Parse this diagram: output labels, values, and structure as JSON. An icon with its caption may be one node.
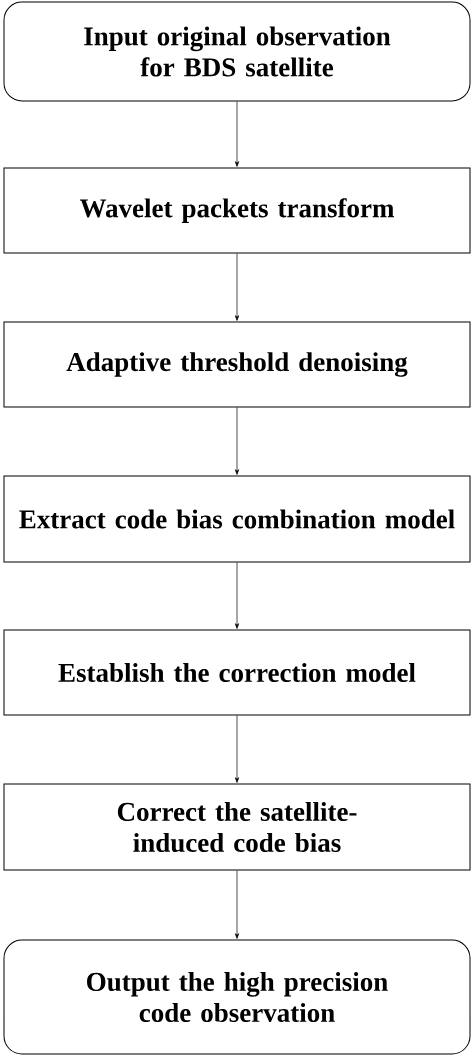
{
  "diagram": {
    "nodes": [
      {
        "text": [
          "Input original observation for BDS satellite"
        ]
      },
      {
        "text": [
          "Wavelet packets transform"
        ]
      },
      {
        "text": [
          "Adaptive threshold denoising"
        ]
      },
      {
        "text": [
          "Extract code bias combination model"
        ]
      },
      {
        "text": [
          "Establish the correction model"
        ]
      },
      {
        "text": [
          "Correct the satellite-induced code bias"
        ]
      },
      {
        "text": [
          "Output the high precision code observation"
        ]
      }
    ],
    "edges": [
      {
        "from": 0,
        "to": 1,
        "arrow": "to"
      },
      {
        "from": 1,
        "to": 2,
        "arrow": "to"
      },
      {
        "from": 2,
        "to": 3,
        "arrow": "to"
      },
      {
        "from": 3,
        "to": 4,
        "arrow": "to"
      },
      {
        "from": 4,
        "to": 5,
        "arrow": "to"
      },
      {
        "from": 5,
        "to": 6,
        "arrow": "to"
      }
    ]
  }
}
